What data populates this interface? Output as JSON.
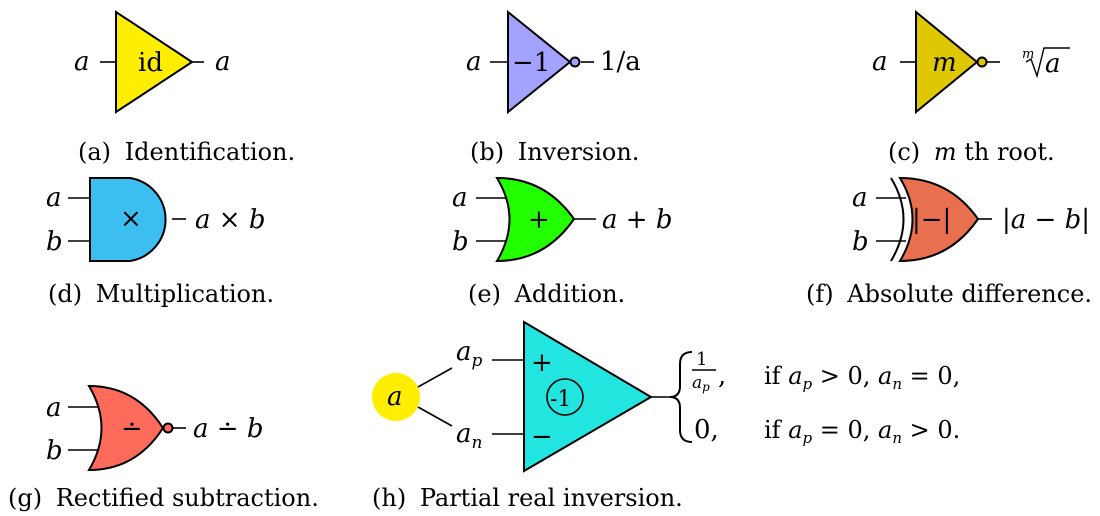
{
  "colors": {
    "identification": "#ffee00",
    "inversion": "#a3a3ff",
    "mth_root": "#e0c800",
    "multiplication": "#3cbff0",
    "addition": "#22ff00",
    "absolute_difference": "#e8704f",
    "rectified_subtraction": "#ff6b5a",
    "partial_inversion": "#22e5e0",
    "input_circle": "#ffee00"
  },
  "panels": {
    "a": {
      "input": "a",
      "gate": "id",
      "output": "a",
      "caption_tag": "(a)",
      "caption": "Identification."
    },
    "b": {
      "input": "a",
      "gate": "−1",
      "output": "1/a",
      "caption_tag": "(b)",
      "caption": "Inversion."
    },
    "c": {
      "input": "a",
      "gate": "m",
      "output_index": "m",
      "output_radicand": "a",
      "caption_tag": "(c)",
      "caption_var": "m",
      "caption": "th root."
    },
    "d": {
      "input1": "a",
      "input2": "b",
      "gate": "×",
      "output": "a × b",
      "caption_tag": "(d)",
      "caption": "Multiplication."
    },
    "e": {
      "input1": "a",
      "input2": "b",
      "gate": "+",
      "output": "a + b",
      "caption_tag": "(e)",
      "caption": "Addition."
    },
    "f": {
      "input1": "a",
      "input2": "b",
      "gate": "|−|",
      "output": "|a − b|",
      "caption_tag": "(f)",
      "caption": "Absolute difference."
    },
    "g": {
      "input1": "a",
      "input2": "b",
      "gate": "∸",
      "output": "a ∸ b",
      "caption_tag": "(g)",
      "caption": "Rectified subtraction."
    },
    "h": {
      "input": "a",
      "input_p": "a",
      "input_p_sub": "p",
      "input_n": "a",
      "input_n_sub": "n",
      "plus": "+",
      "minus": "−",
      "gate": "-1",
      "case1_num": "1",
      "case1_den": "a",
      "case1_den_sub": "p",
      "case1_cond": "if a",
      "case1_cond_text": "if a_p > 0, a_n = 0,",
      "case2_val": "0,",
      "case2_cond_text": "if a_p = 0, a_n > 0.",
      "caption_tag": "(h)",
      "caption": "Partial real inversion."
    }
  }
}
